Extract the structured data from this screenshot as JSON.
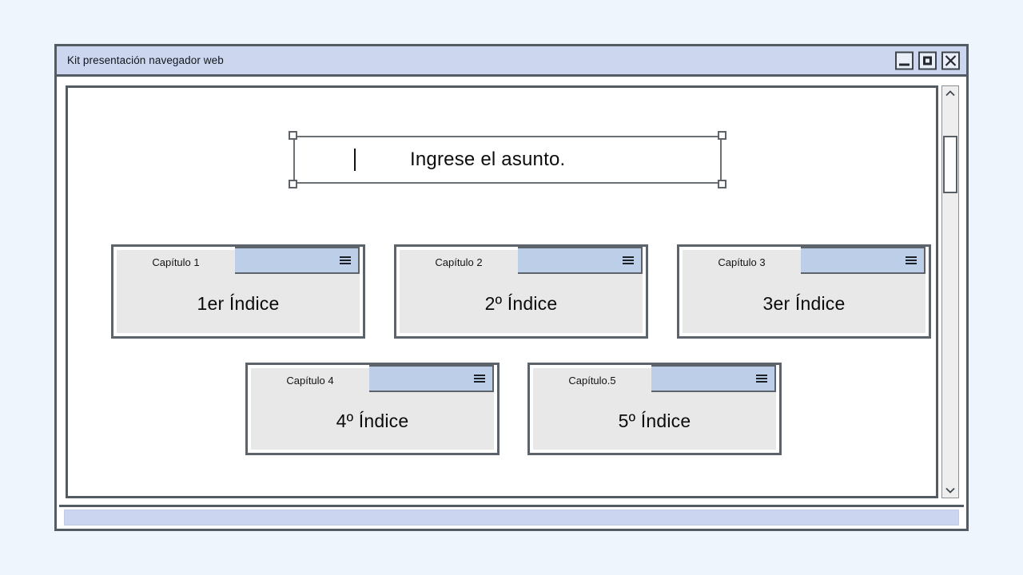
{
  "window": {
    "title": "Kit presentación navegador web",
    "controls": [
      {
        "name": "minimize-button",
        "icon": "minimize-icon"
      },
      {
        "name": "maximize-button",
        "icon": "maximize-icon"
      },
      {
        "name": "close-button",
        "icon": "close-icon"
      }
    ]
  },
  "subject": {
    "value": "Ingrese el asunto.",
    "placeholder": "Ingrese el asunto.",
    "selected": true,
    "handles": 4
  },
  "cards": [
    {
      "tab": "Capítulo 1",
      "body": "1er Índice",
      "menu_icon": "hamburger-icon"
    },
    {
      "tab": "Capítulo 2",
      "body": "2º Índice",
      "menu_icon": "hamburger-icon"
    },
    {
      "tab": "Capítulo 3",
      "body": "3er Índice",
      "menu_icon": "hamburger-icon"
    },
    {
      "tab": "Capítulo 4",
      "body": "4º Índice",
      "menu_icon": "hamburger-icon"
    },
    {
      "tab": "Capítulo.5",
      "body": "5º Índice",
      "menu_icon": "hamburger-icon"
    }
  ],
  "scrollbar": {
    "up_icon": "chevron-up-icon",
    "down_icon": "chevron-down-icon",
    "thumb_position": "near-top"
  },
  "statusbar": {
    "text": ""
  },
  "colors": {
    "page_background": "#eff5fc",
    "window_frame": "#545c63",
    "titlebar": "#ccd7ef",
    "card_header_blue": "#bdcfe8",
    "card_body_gray": "#e8e8e8",
    "statusbar_blue": "#ccd5ef"
  }
}
